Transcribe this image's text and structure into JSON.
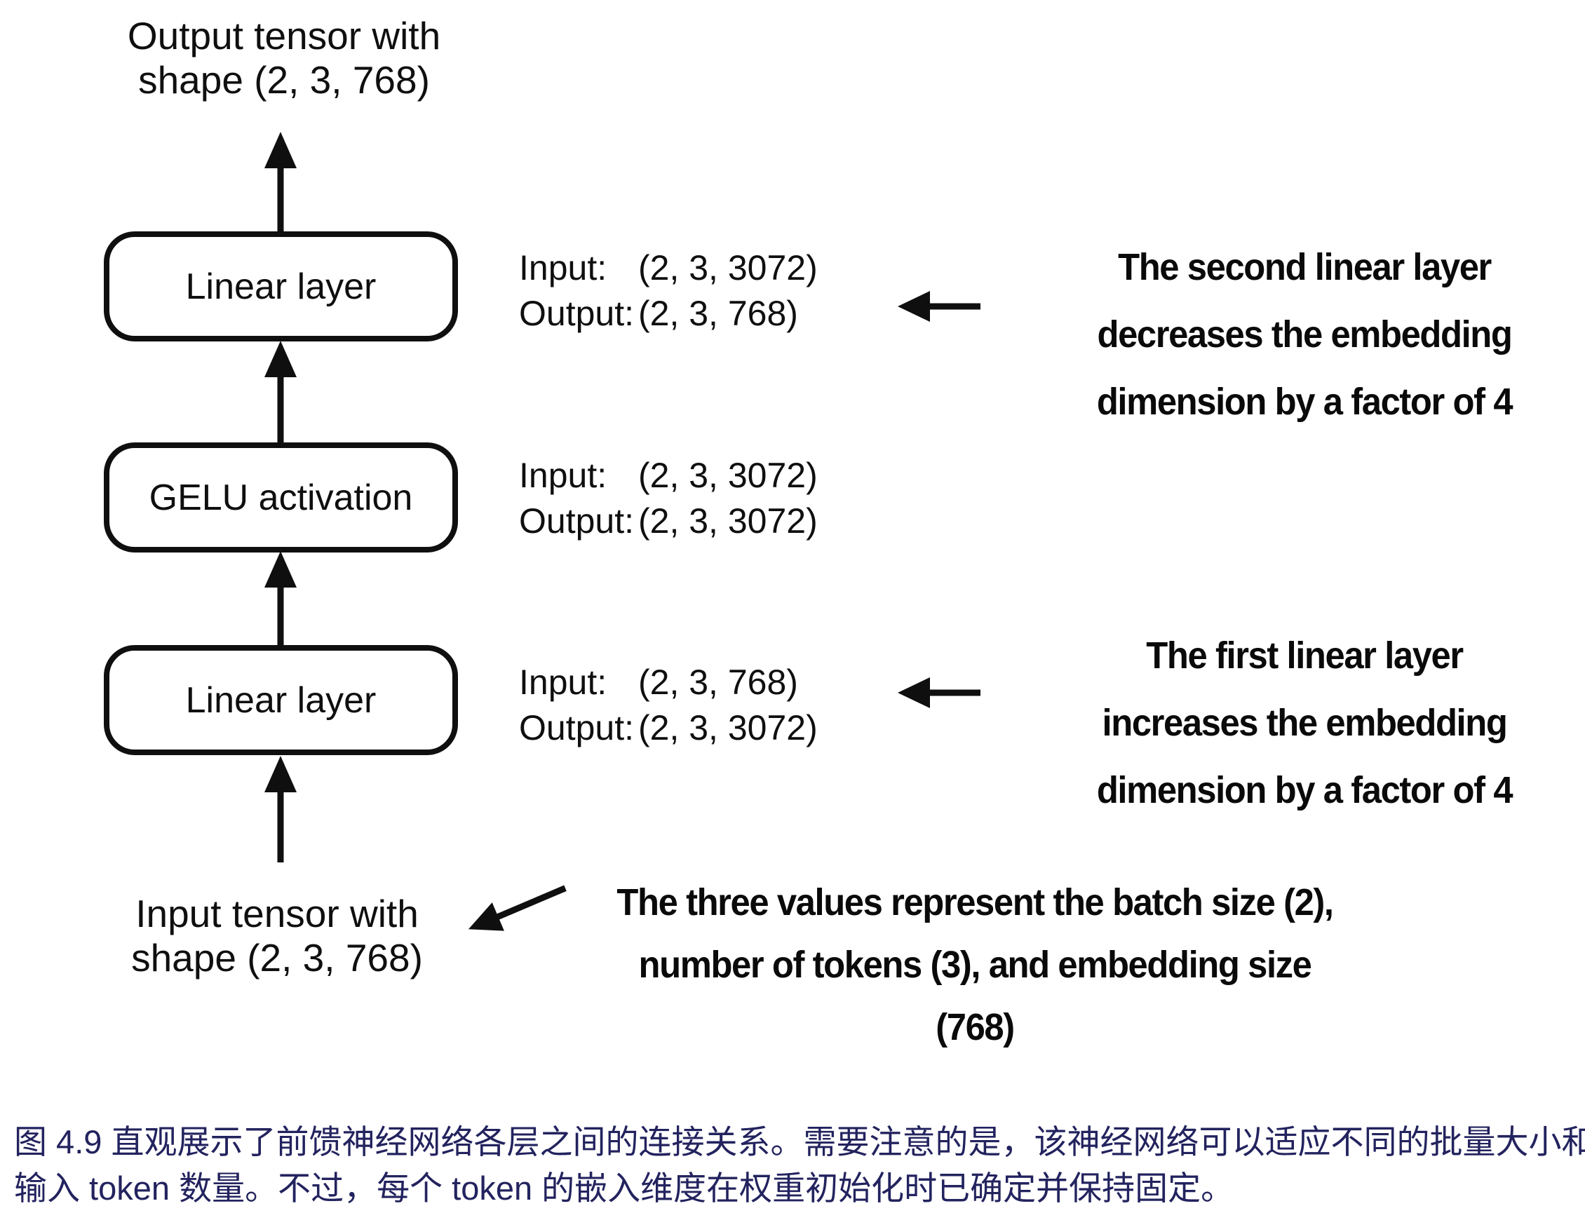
{
  "diagram": {
    "output_tensor_label": {
      "line1": "Output tensor with",
      "line2": "shape (2, 3, 768)"
    },
    "input_tensor_label": {
      "line1": "Input tensor with",
      "line2": "shape (2, 3, 768)"
    },
    "boxes": [
      {
        "label": "Linear layer"
      },
      {
        "label": "GELU activation"
      },
      {
        "label": "Linear layer"
      }
    ],
    "io_blocks": [
      {
        "rows": [
          {
            "label": "Input:",
            "value": "(2, 3, 3072)"
          },
          {
            "label": "Output:",
            "value": "(2, 3, 768)"
          }
        ]
      },
      {
        "rows": [
          {
            "label": "Input:",
            "value": "(2, 3, 3072)"
          },
          {
            "label": "Output:",
            "value": "(2, 3, 3072)"
          }
        ]
      },
      {
        "rows": [
          {
            "label": "Input:",
            "value": "(2, 3, 768)"
          },
          {
            "label": "Output:",
            "value": "(2, 3, 3072)"
          }
        ]
      }
    ],
    "annotations": {
      "second_linear": {
        "line1": "The second linear layer",
        "line2": "decreases the embedding",
        "line3": "dimension by a factor of 4"
      },
      "first_linear": {
        "line1": "The first linear layer",
        "line2": "increases the embedding",
        "line3": "dimension by a factor of 4"
      },
      "tensor_values": {
        "line1": "The three values represent the batch size (2),",
        "line2": "number of tokens (3), and embedding size",
        "line3": "(768)"
      }
    }
  },
  "caption": {
    "line1": "图 4.9 直观展示了前馈神经网络各层之间的连接关系。需要注意的是，该神经网络可以适应不同的批量大小和",
    "line2": "输入 token 数量。不过，每个 token 的嵌入维度在权重初始化时已确定并保持固定。"
  },
  "colors": {
    "diagram_text": "#0f0f0f",
    "box_border": "#0f0f0f",
    "caption_text": "#23235f",
    "background": "#ffffff"
  }
}
